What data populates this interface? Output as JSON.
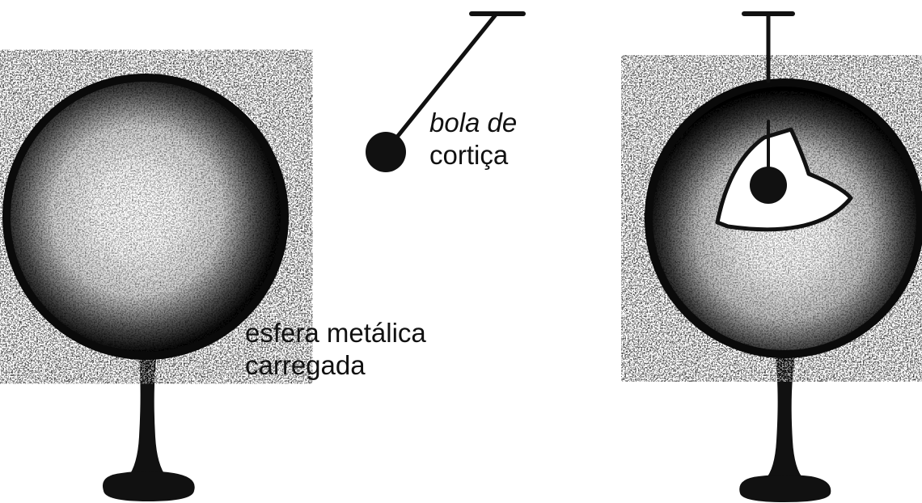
{
  "labels": {
    "cork_line1": "bola de",
    "cork_line2": "cortiça",
    "sphere_line1": "esfera metálica",
    "sphere_line2": "carregada"
  },
  "colors": {
    "ink": "#111111",
    "background": "#ffffff",
    "highlight": "#f4f4f4"
  },
  "panels": [
    {
      "name": "left-panel",
      "cork": "outside",
      "sphere": "charged",
      "opening": false
    },
    {
      "name": "right-panel",
      "cork": "inside",
      "sphere": "charged",
      "opening": true
    }
  ]
}
